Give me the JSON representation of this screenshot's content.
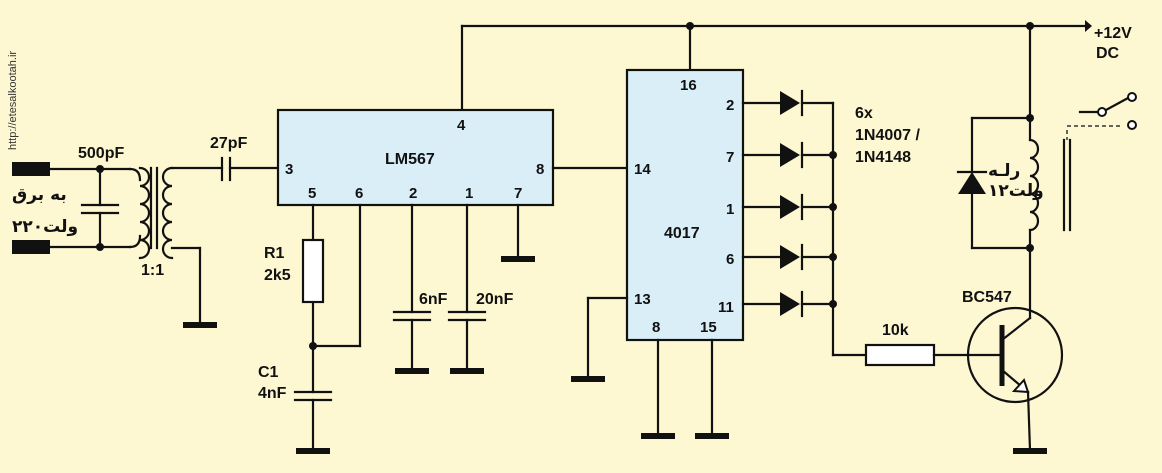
{
  "side_text": "http://etesalkootah.ir",
  "supply": {
    "voltage": "+12V",
    "type": "DC"
  },
  "ac_input": {
    "line1": "به برق",
    "line2": "۲۲۰ولت"
  },
  "c_input": "500pF",
  "transformer_ratio": "1:1",
  "c_coupling": "27pF",
  "lm567": {
    "name": "LM567",
    "pins": {
      "p1": "1",
      "p2": "2",
      "p3": "3",
      "p4": "4",
      "p5": "5",
      "p6": "6",
      "p7": "7",
      "p8": "8"
    }
  },
  "r1": {
    "ref": "R1",
    "value": "2k5"
  },
  "c1": {
    "ref": "C1",
    "value": "4nF"
  },
  "c_pin2": "6nF",
  "c_pin1": "20nF",
  "cd4017": {
    "name": "4017",
    "pins": {
      "p16": "16",
      "p2": "2",
      "p7": "7",
      "p1": "1",
      "p6": "6",
      "p11": "11",
      "p14": "14",
      "p13": "13",
      "p8": "8",
      "p15": "15"
    }
  },
  "diodes": {
    "count": "6x",
    "part1": "1N4007 /",
    "part2": "1N4148"
  },
  "r_base": "10k",
  "transistor": "BC547",
  "relay": {
    "line1": "رلـه",
    "line2": "۱۲ولت"
  }
}
